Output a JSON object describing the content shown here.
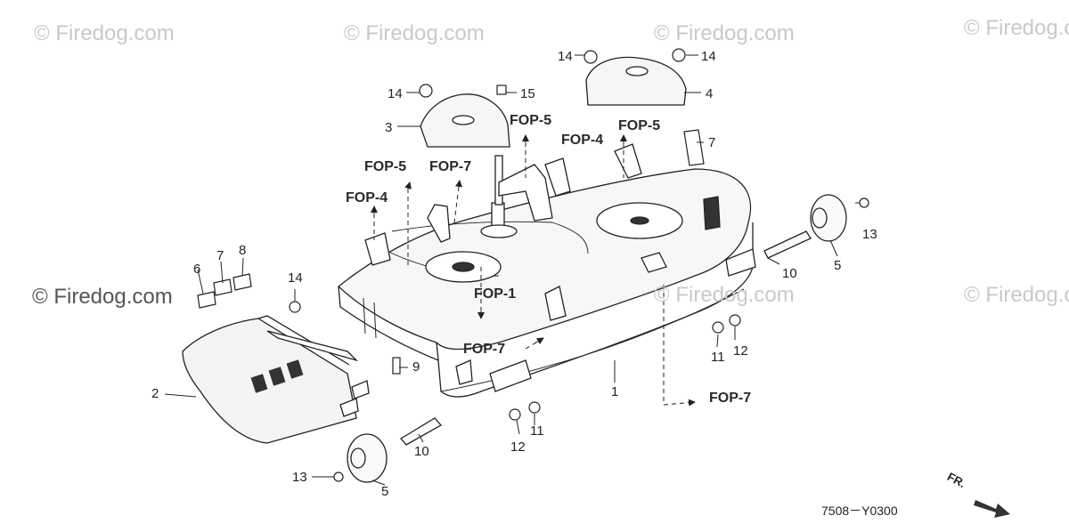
{
  "watermark": "© Firedog.com",
  "part_labels": {
    "p1": "1",
    "p2": "2",
    "p3": "3",
    "p4": "4",
    "p5a": "5",
    "p5b": "5",
    "p6": "6",
    "p7a": "7",
    "p7b": "7",
    "p8": "8",
    "p9": "9",
    "p10a": "10",
    "p10b": "10",
    "p11a": "11",
    "p11b": "11",
    "p12a": "12",
    "p12b": "12",
    "p13a": "13",
    "p13b": "13",
    "p14a": "14",
    "p14b": "14",
    "p14c": "14",
    "p14d": "14",
    "p15": "15"
  },
  "references": {
    "fop5_top": "FOP-5",
    "fop4_top": "FOP-4",
    "fop5_right": "FOP-5",
    "fop5_left": "FOP-5",
    "fop7_left": "FOP-7",
    "fop4_left": "FOP-4",
    "fop1": "FOP-1",
    "fop7_mid": "FOP-7",
    "fop7_right": "FOP-7"
  },
  "diagram_code": "7508－Y0300",
  "direction_label": "FR."
}
